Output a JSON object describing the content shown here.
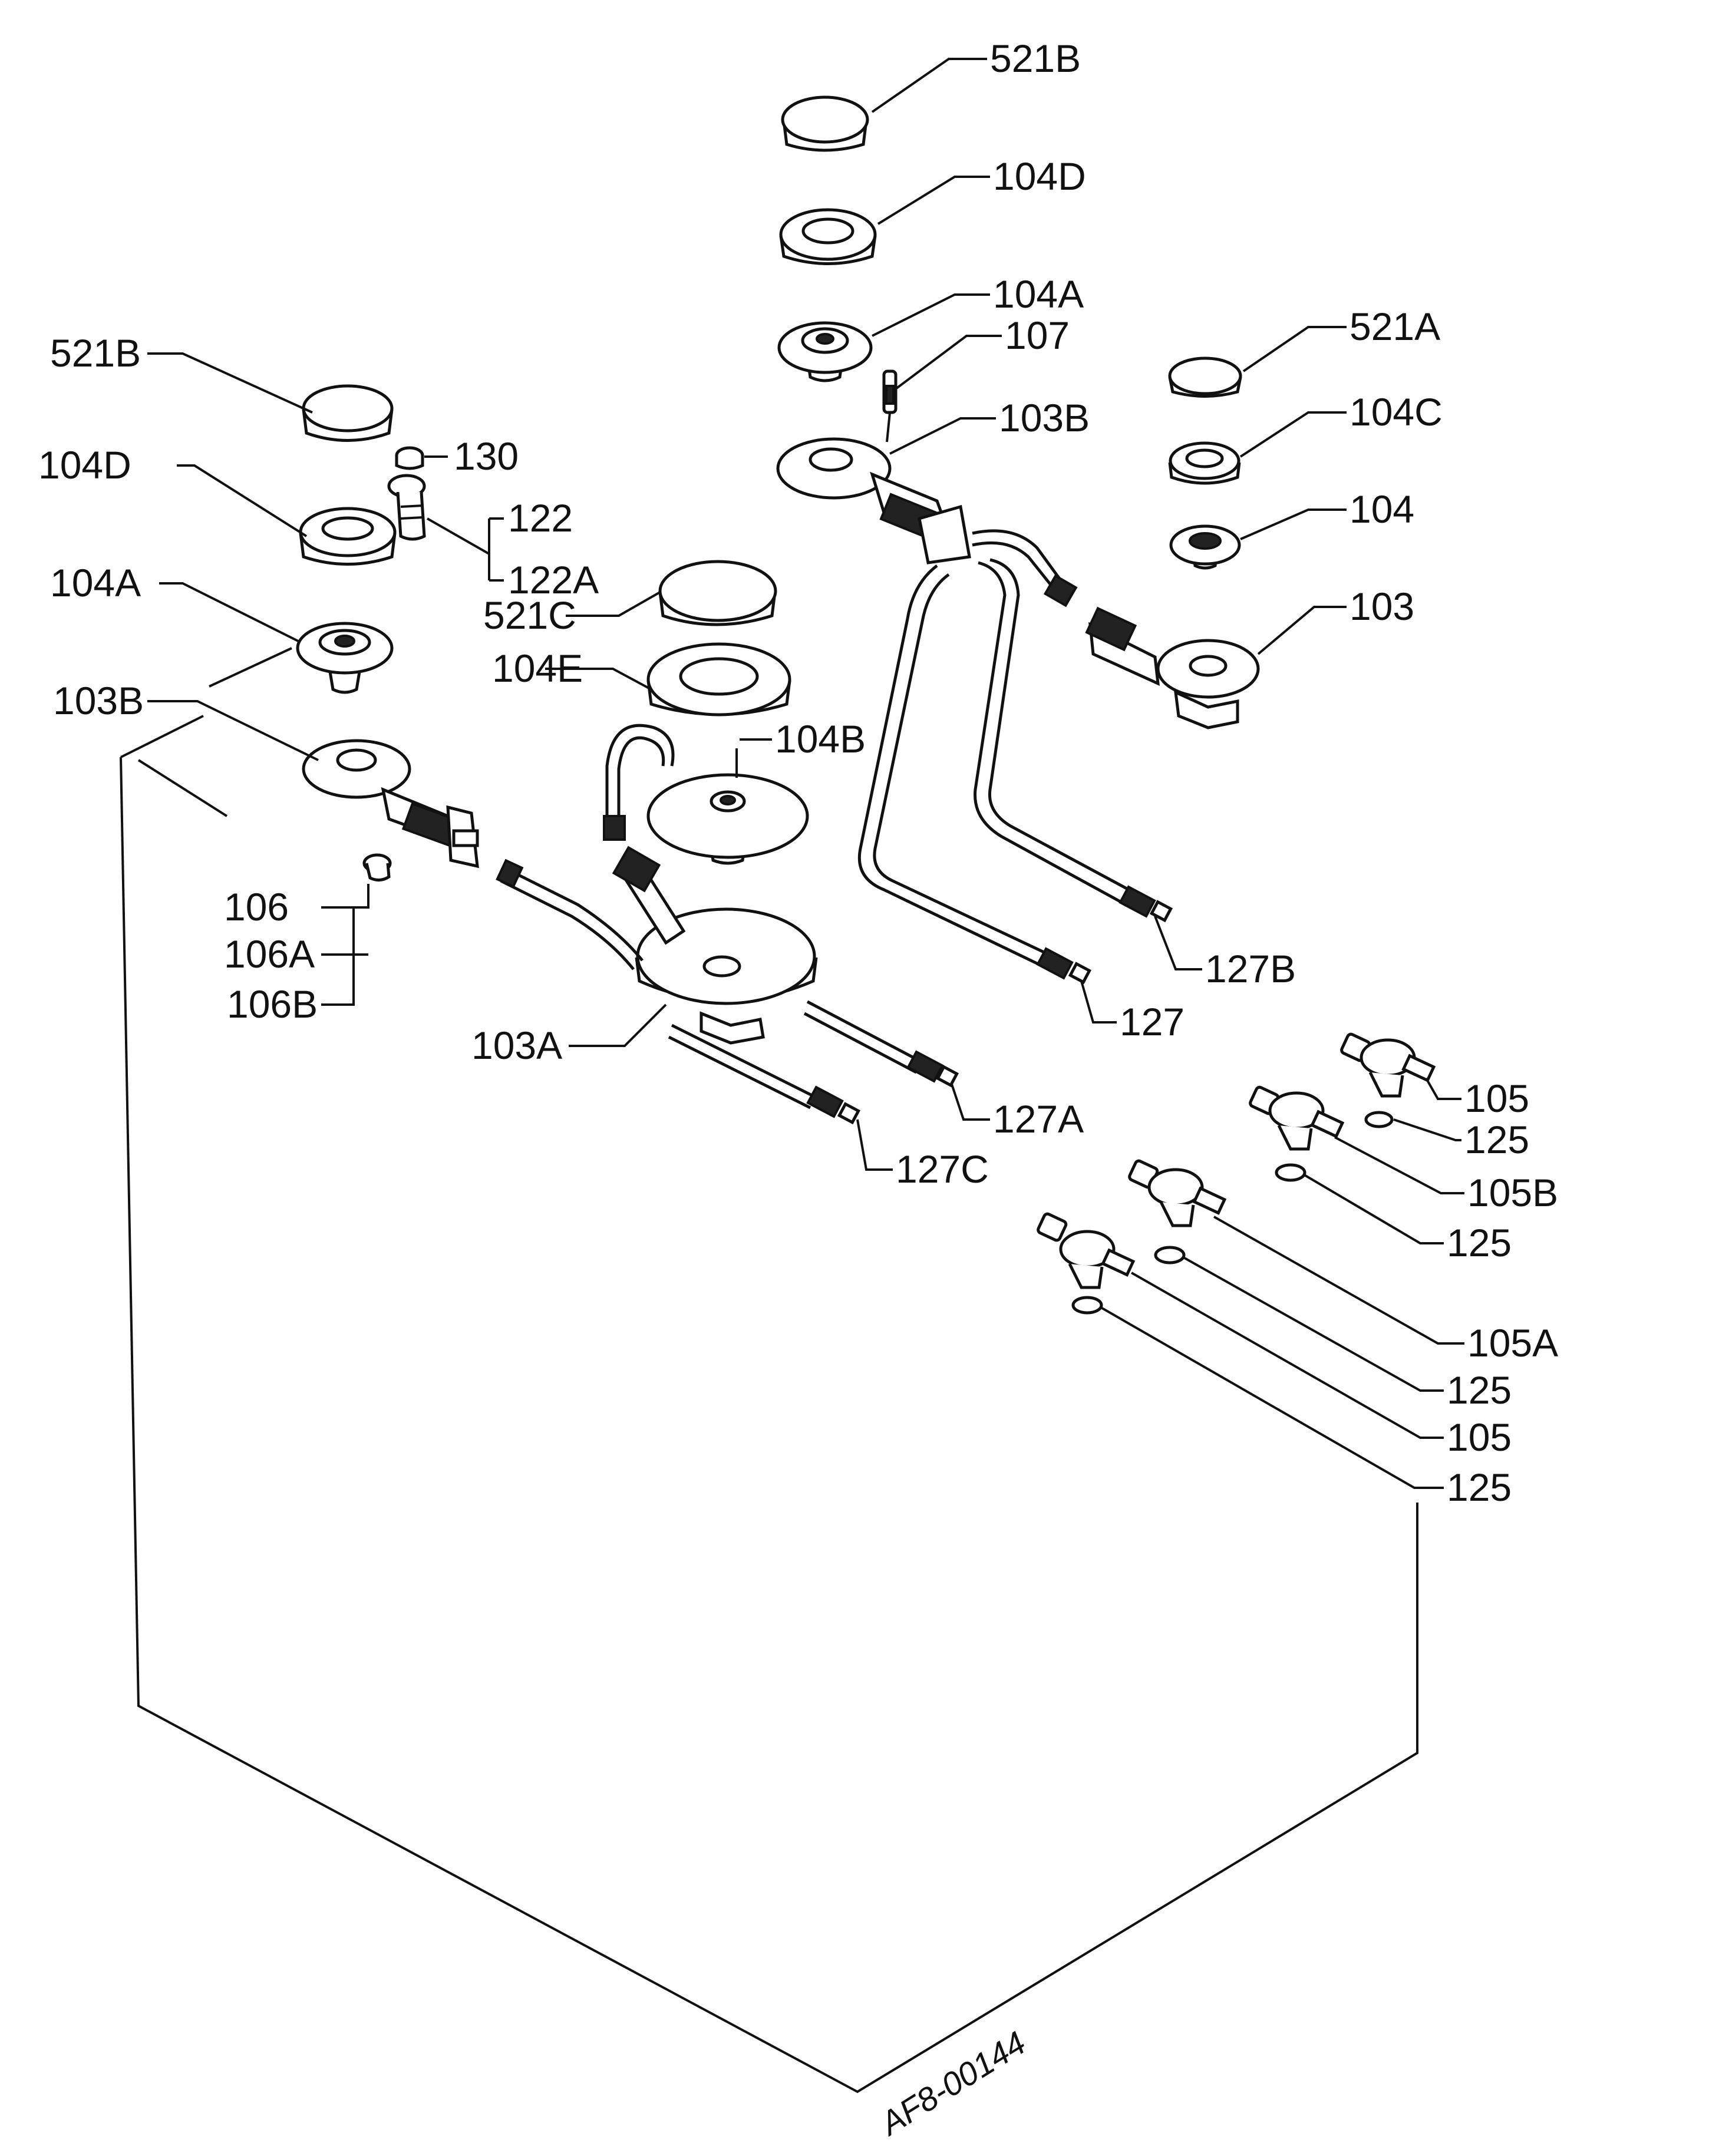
{
  "diagram": {
    "reference_code": "AF8-00144",
    "labels": {
      "l_521B_top": "521B",
      "l_104D_top": "104D",
      "l_104A_top": "104A",
      "l_107": "107",
      "l_103B_top": "103B",
      "l_521A": "521A",
      "l_104C": "104C",
      "l_104": "104",
      "l_103": "103",
      "l_521B_left": "521B",
      "l_130": "130",
      "l_104D_left": "104D",
      "l_122": "122",
      "l_122A": "122A",
      "l_104A_left": "104A",
      "l_521C": "521C",
      "l_104E": "104E",
      "l_103B_left": "103B",
      "l_104B": "104B",
      "l_106": "106",
      "l_106A": "106A",
      "l_106B": "106B",
      "l_127B": "127B",
      "l_127": "127",
      "l_103A": "103A",
      "l_127A": "127A",
      "l_127C": "127C",
      "l_105_a": "105",
      "l_125_a": "125",
      "l_105B": "105B",
      "l_125_b": "125",
      "l_105A": "105A",
      "l_125_c": "125",
      "l_105_b": "105",
      "l_125_d": "125"
    }
  }
}
